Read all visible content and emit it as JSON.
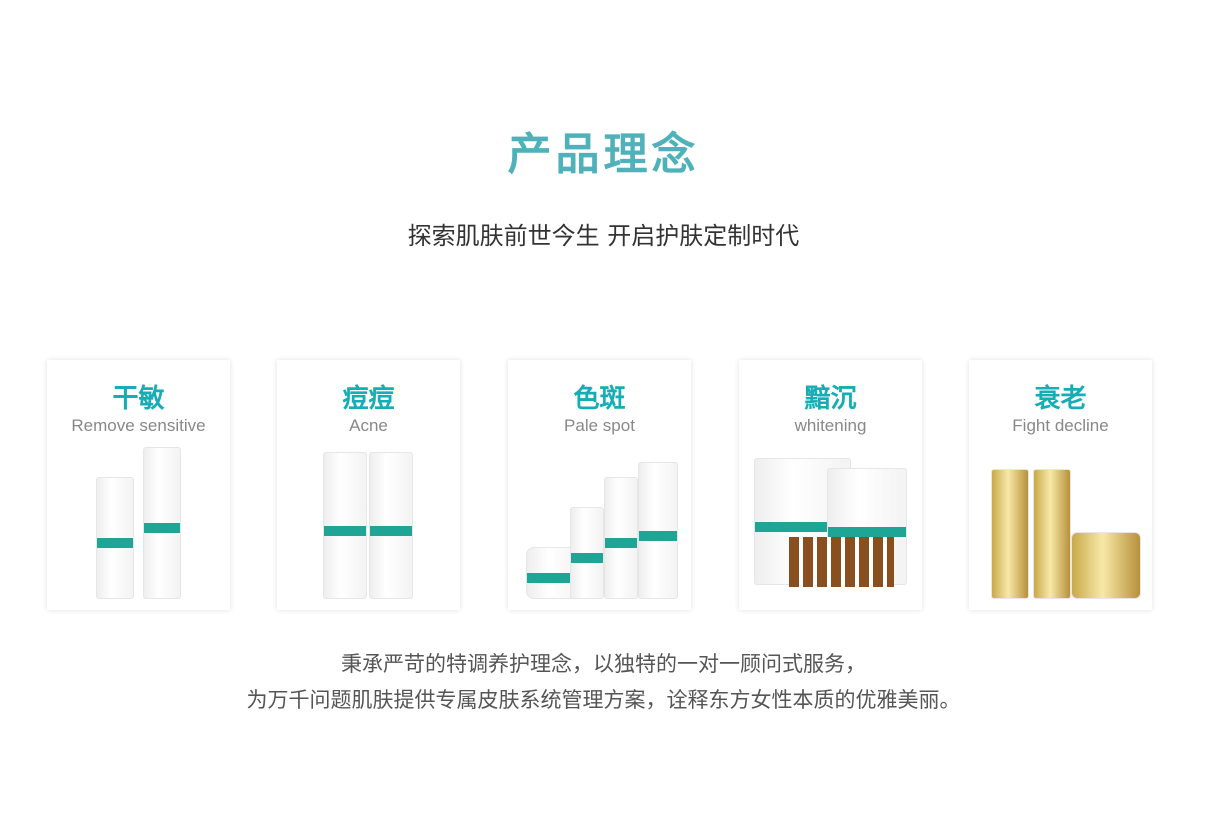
{
  "title": "产品理念",
  "subtitle": "探索肌肤前世今生 开启护肤定制时代",
  "cards": [
    {
      "cn": "干敏",
      "en": "Remove sensitive"
    },
    {
      "cn": "痘痘",
      "en": "Acne"
    },
    {
      "cn": "色斑",
      "en": "Pale spot"
    },
    {
      "cn": "黯沉",
      "en": "whitening"
    },
    {
      "cn": "衰老",
      "en": "Fight decline"
    }
  ],
  "footer": {
    "line1": "秉承严苛的特调养护理念，以独特的一对一顾问式服务，",
    "line2": "为万千问题肌肤提供专属皮肤系统管理方案，诠释东方女性本质的优雅美丽。"
  }
}
